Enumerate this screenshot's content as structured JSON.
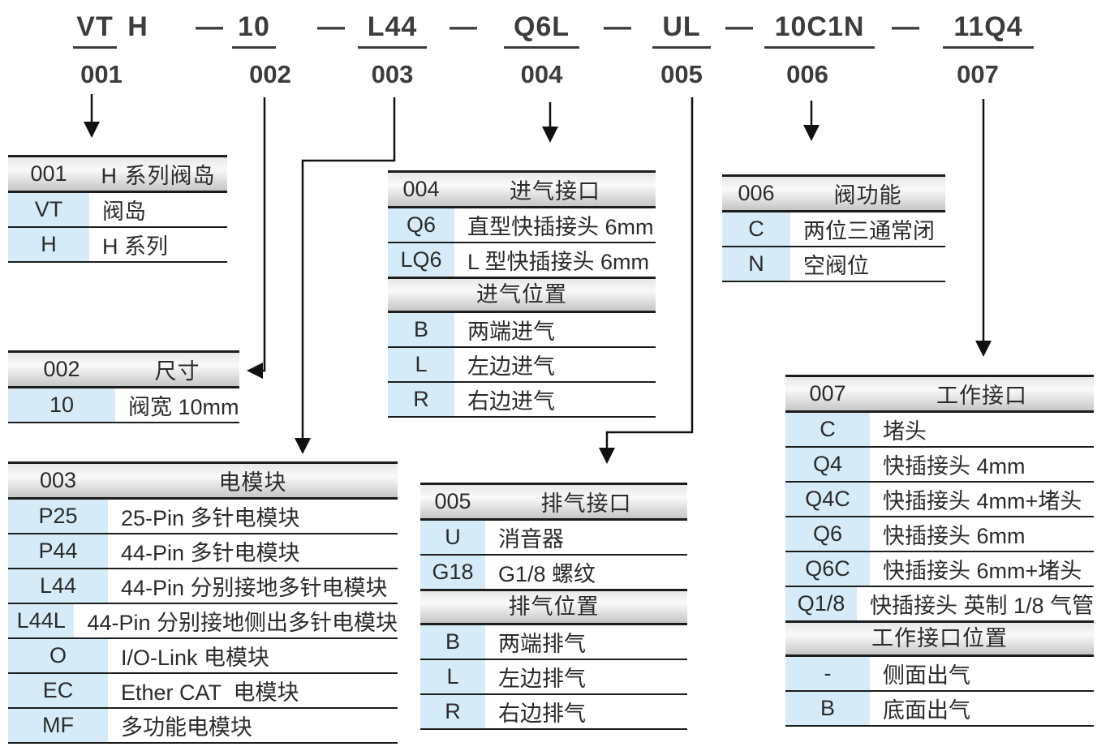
{
  "part_number": {
    "separator": "—",
    "segments": [
      {
        "text": "VT",
        "ref": "001"
      },
      {
        "text": "H",
        "ref": ""
      },
      {
        "text": "10",
        "ref": "002"
      },
      {
        "text": "L44",
        "ref": "003"
      },
      {
        "text": "Q6L",
        "ref": "004"
      },
      {
        "text": "UL",
        "ref": "005"
      },
      {
        "text": "10C1N",
        "ref": "006"
      },
      {
        "text": "11Q4",
        "ref": "007"
      }
    ]
  },
  "tables": [
    {
      "id": "001",
      "title": "H 系列阀岛",
      "sections": [
        {
          "rows": [
            [
              "VT",
              "阀岛"
            ],
            [
              "H",
              "H 系列"
            ]
          ]
        }
      ]
    },
    {
      "id": "002",
      "title": "尺寸",
      "sections": [
        {
          "rows": [
            [
              "10",
              "阀宽 10mm"
            ]
          ]
        }
      ]
    },
    {
      "id": "003",
      "title": "电模块",
      "sections": [
        {
          "rows": [
            [
              "P25",
              "25-Pin 多针电模块"
            ],
            [
              "P44",
              "44-Pin 多针电模块"
            ],
            [
              "L44",
              "44-Pin 分别接地多针电模块"
            ],
            [
              "L44L",
              "44-Pin 分别接地侧出多针电模块"
            ],
            [
              "O",
              "I/O-Link 电模块"
            ],
            [
              "EC",
              "Ether CAT  电模块"
            ],
            [
              "MF",
              "多功能电模块"
            ]
          ]
        }
      ]
    },
    {
      "id": "004",
      "title": "进气接口",
      "sections": [
        {
          "rows": [
            [
              "Q6",
              "直型快插接头 6mm"
            ],
            [
              "LQ6",
              "L 型快插接头 6mm"
            ]
          ]
        },
        {
          "subheader": "进气位置",
          "rows": [
            [
              "B",
              "两端进气"
            ],
            [
              "L",
              "左边进气"
            ],
            [
              "R",
              "右边进气"
            ]
          ]
        }
      ]
    },
    {
      "id": "005",
      "title": "排气接口",
      "sections": [
        {
          "rows": [
            [
              "U",
              "消音器"
            ],
            [
              "G18",
              "G1/8 螺纹"
            ]
          ]
        },
        {
          "subheader": "排气位置",
          "rows": [
            [
              "B",
              "两端排气"
            ],
            [
              "L",
              "左边排气"
            ],
            [
              "R",
              "右边排气"
            ]
          ]
        }
      ]
    },
    {
      "id": "006",
      "title": "阀功能",
      "sections": [
        {
          "rows": [
            [
              "C",
              "两位三通常闭"
            ],
            [
              "N",
              "空阀位"
            ]
          ]
        }
      ]
    },
    {
      "id": "007",
      "title": "工作接口",
      "sections": [
        {
          "rows": [
            [
              "C",
              "堵头"
            ],
            [
              "Q4",
              "快插接头 4mm"
            ],
            [
              "Q4C",
              "快插接头 4mm+堵头"
            ],
            [
              "Q6",
              "快插接头 6mm"
            ],
            [
              "Q6C",
              "快插接头 6mm+堵头"
            ],
            [
              "Q1/8",
              "快插接头 英制 1/8 气管"
            ]
          ]
        },
        {
          "subheader": "工作接口位置",
          "rows": [
            [
              "-",
              "侧面出气"
            ],
            [
              "B",
              "底面出气"
            ]
          ]
        }
      ]
    }
  ],
  "colors": {
    "line": "#1c1c1c",
    "text": "#2b2b2b",
    "code_cell_bg": "#d5ecf8",
    "header_gradient_top": "#e7e7e7",
    "header_gradient_mid": "#f9f9f9",
    "header_gradient_bottom": "#c6c6c6"
  }
}
